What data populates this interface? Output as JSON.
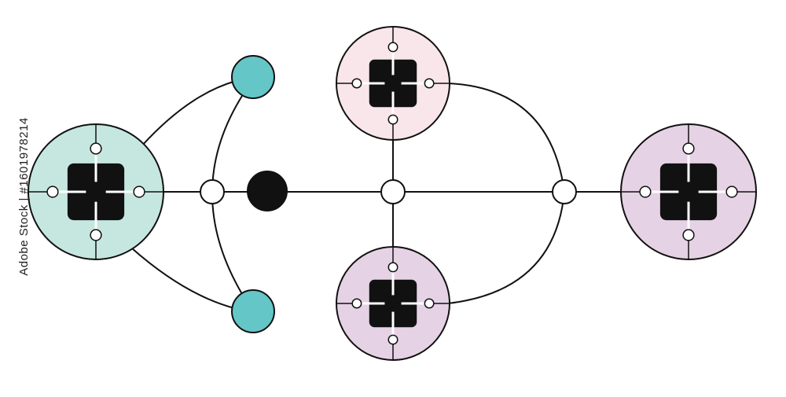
{
  "watermark": {
    "side_text": "Adobe Stock | #1601978214"
  },
  "colors": {
    "line": "#111111",
    "black_node": "#111111",
    "teal_small": "#65c6c8",
    "teal_light": "#c6e7e0",
    "pink_light": "#f8e6ea",
    "lavender_light": "#e6d2e5",
    "white": "#ffffff"
  },
  "nodes": {
    "hub_left": {
      "fill": "teal_light",
      "icon": "puzzle-piece-icon"
    },
    "hub_top": {
      "fill": "pink_light",
      "icon": "puzzle-piece-icon"
    },
    "hub_bottom": {
      "fill": "lavender_light",
      "icon": "puzzle-piece-icon"
    },
    "hub_right": {
      "fill": "lavender_light",
      "icon": "puzzle-piece-icon"
    },
    "dot_top": {
      "fill": "teal_small"
    },
    "dot_bottom": {
      "fill": "teal_small"
    },
    "dot_black": {
      "fill": "black_node"
    },
    "junctions": [
      "junction-left",
      "junction-center",
      "junction-right"
    ]
  }
}
